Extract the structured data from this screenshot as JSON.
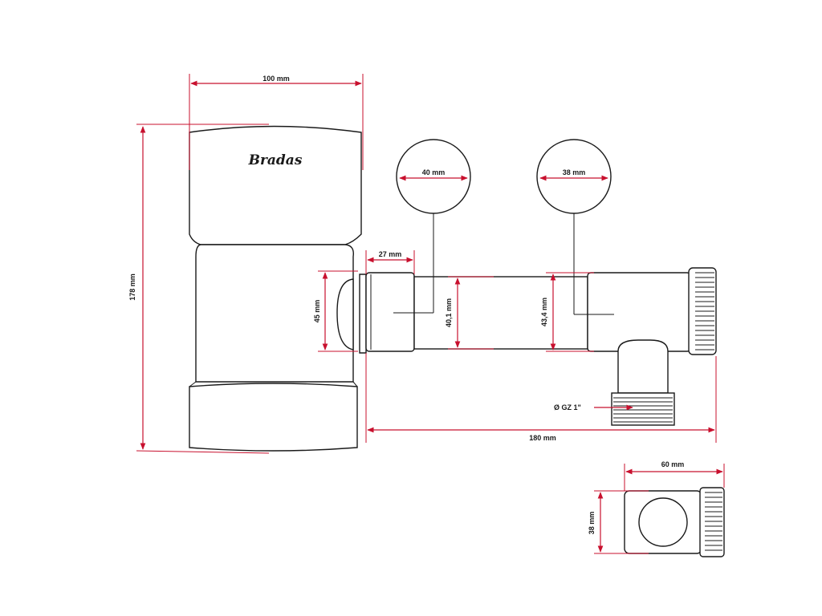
{
  "brand": "Bradas",
  "dimensions": {
    "top_width": "100 mm",
    "height": "178 mm",
    "inlet_diameter": "45 mm",
    "inlet_depth": "27 mm",
    "pipe_inner": "40,1 mm",
    "pipe_outer": "43,4 mm",
    "length": "180 mm",
    "detail_left": "40 mm",
    "detail_right": "38 mm",
    "thread": "Ø GZ 1\"",
    "side_width": "60 mm",
    "side_height": "38 mm"
  },
  "colors": {
    "dimension_line": "#c8102e",
    "outline": "#1a1a1a"
  }
}
